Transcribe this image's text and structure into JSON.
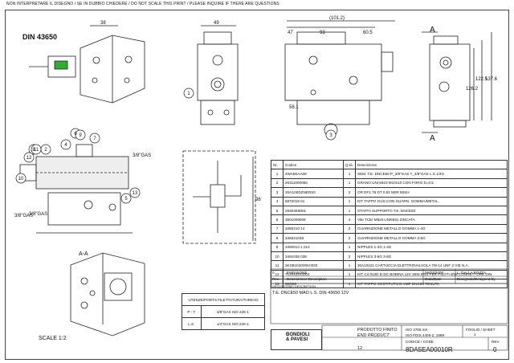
{
  "header": {
    "note": "NON INTERPRETARE IL DISEGNO / SE IN DUBBIO CHIEDERE / DO NOT SCALE THIS PRINT / PLEASE INQUIRE IF THERE ARE QUESTIONS"
  },
  "drawing": {
    "din_label": "DIN 43650",
    "scale_label": "SCALE 1:2",
    "section_label": "A-A",
    "dims": {
      "d38": "38",
      "d49": "49",
      "d101": "(101.2)",
      "d47": "47",
      "d93": "93",
      "d605": "60.5",
      "d98": "98",
      "d581": "58.1",
      "d1225": "122.5",
      "d1376": "137.6",
      "d1262": "126.2",
      "gas38": "3/8\"GAS",
      "gas38b": "3/8\"GAS",
      "gas38c": "3/8\"GAS"
    },
    "balloons": [
      "1",
      "2",
      "3",
      "4",
      "5",
      "6",
      "7",
      "8",
      "9",
      "10",
      "11",
      "12",
      "13"
    ],
    "section_marks": [
      "A",
      "A"
    ]
  },
  "parts_table": {
    "headers": [
      "Nr.",
      "Codice",
      "Q.tà",
      "Descrizione"
    ],
    "rows": [
      {
        "n": "1",
        "code": "4WA5EAA08",
        "q": "1",
        "desc": "SEM. T.E. DNCE50 P_3/8\"GAS T_3/8\"GAS L.S 1/4G"
      },
      {
        "n": "2",
        "code": "25311000066",
        "q": "1",
        "desc": "GRANO UNI 5923 M10x10 CON FORO D=0.5"
      },
      {
        "n": "3",
        "code": "3SA100DZNERS0",
        "q": "2",
        "desc": "OR DF1.78 DT 0.82 NER 90SH"
      },
      {
        "n": "4",
        "code": "5872018 01",
        "q": "1",
        "desc": "KIT TAPPO G1/8 CON GUARN. GOMMA/METAL."
      },
      {
        "n": "5",
        "code": "29304E5001",
        "q": "1",
        "desc": "STAFFA SUPPORTO T.E. DNCE50"
      },
      {
        "n": "6",
        "code": "3601008008",
        "q": "4",
        "desc": "Vite TCEI M8x8 UNI5931 ZINCATA"
      },
      {
        "n": "7",
        "code": "3450210 14",
        "q": "2",
        "desc": "GUARNIZIONE METALLO GOMMA 1-4G"
      },
      {
        "n": "8",
        "code": "345021038",
        "q": "2",
        "desc": "GUARNIZIONE METALLO GOMMA 3-8G"
      },
      {
        "n": "9",
        "code": "3450014 1 014",
        "q": "1",
        "desc": "NIPPLES 1-4G 1-4G"
      },
      {
        "n": "10",
        "code": "3491038 038",
        "q": "2",
        "desc": "NIPPLES 3-8G 3-8G"
      },
      {
        "n": "11",
        "code": "3KSB104000K0020",
        "q": "1",
        "desc": "30A10221 CARTUCCIA ELETTROVALVOLA 7/8-14 UNF 2 VIE N.A."
      },
      {
        "n": "12",
        "code": "712012DCD04",
        "q": "1",
        "desc": "KIT C4 012D D DC BOBINA 12V 30W IP54 PER PILOTI Ø18 CONNETTORE DIN"
      },
      {
        "n": "13",
        "code": "58/850",
        "q": "1",
        "desc": "KIT TAPPO SOSTITUTIVO VMP DNC85 TENUTA"
      }
    ]
  },
  "revision": {
    "rev": "0",
    "emission": "EMISSIONE",
    "date": "06/03/2008",
    "designer": "L. DALLA POZZA",
    "rev_label": "Rev.",
    "desc_label": "Descrizione/ Description",
    "date_label": "Data/Date",
    "designer_label": "Disegnato/Designed by",
    "desc_caption": "DESCRIZIONE/ DESCRIPTION",
    "desc_value": "T.E. DNCE50 MAO L.S. DIN 43650 12V"
  },
  "ports": {
    "header": "UTENZE/PORTS  FILETTATURA/THREAD",
    "rows": [
      {
        "port": "P - T",
        "thread": "3/8\"GAS ISO 228-1"
      },
      {
        "port": "L.S.",
        "thread": "1/4\"GAS ISO 228-1"
      }
    ]
  },
  "title_block": {
    "logo_line1": "BONDIOLI",
    "logo_line2": "& PAVESI",
    "product_it": "PRODOTTO FINITO",
    "product_en": "END PRODUCT",
    "tolerance_label": "ISO 2768 mK",
    "iso_label": "ISO FDIS 4406-2, 1999",
    "sheet_label": "FOGLIO / SHEET",
    "sheet_value": "1",
    "code_label": "CODICE / CODE",
    "code_value": "8DA5EA00010R",
    "rev_label": "REV",
    "rev_value": "0",
    "format_value": "12"
  }
}
